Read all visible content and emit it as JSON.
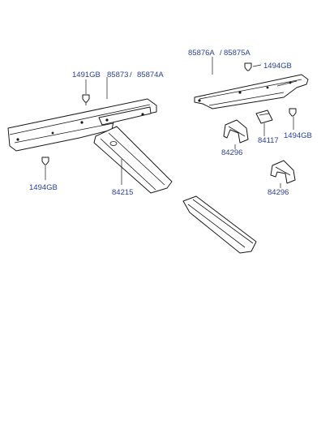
{
  "diagram": {
    "labels": {
      "crossmember_left": "85873",
      "crossmember_right": "85874A",
      "front_member_left": "85876A",
      "front_member_right": "85875A",
      "clip_top_left": "1491GB",
      "clip_top_right": "1494GB",
      "clip_right": "1494GB",
      "clip_left_lower": "1494GB",
      "bracket_center": "84296",
      "bracket_small": "84117",
      "bracket_right": "84296",
      "support_rail": "84215"
    },
    "label_color": "#2a3f9e"
  }
}
